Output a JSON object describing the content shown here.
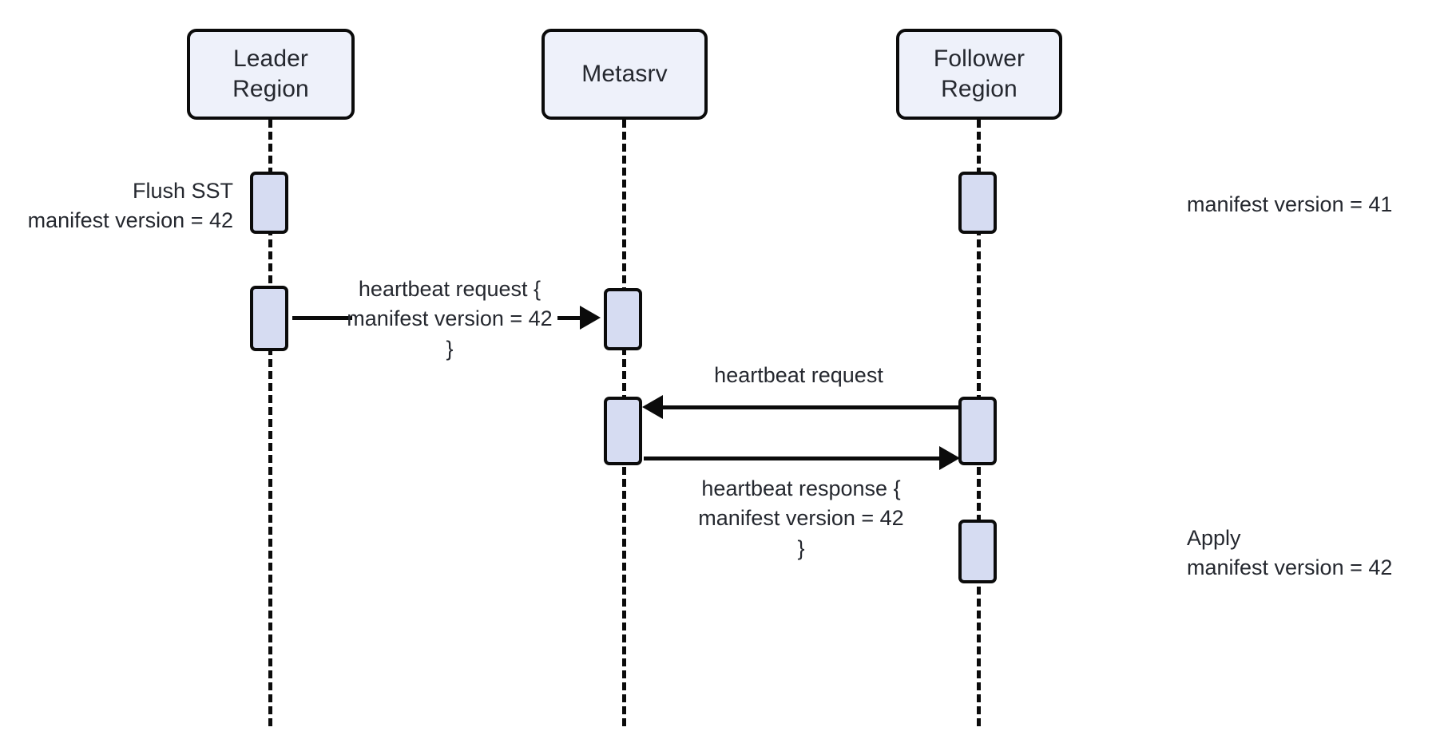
{
  "diagram": {
    "type": "sequence-diagram",
    "title": "Manifest version propagation via heartbeat",
    "colors": {
      "participant_fill": "#eef1fa",
      "activation_fill": "#d6dcf2",
      "stroke": "#0b0b0b",
      "text": "#25282f",
      "background": "#ffffff"
    }
  },
  "participants": [
    {
      "id": "leader",
      "label": "Leader\nRegion"
    },
    {
      "id": "metasrv",
      "label": "Metasrv"
    },
    {
      "id": "follower",
      "label": "Follower\nRegion"
    }
  ],
  "notes": [
    {
      "id": "flush-sst",
      "text": "Flush SST\nmanifest version = 42",
      "target": "leader",
      "side": "left"
    },
    {
      "id": "follower-version",
      "text": "manifest version = 41",
      "target": "follower",
      "side": "right"
    },
    {
      "id": "apply-version",
      "text": "Apply\nmanifest version = 42",
      "target": "follower",
      "side": "right"
    }
  ],
  "messages": [
    {
      "id": "leader-to-metasrv",
      "text": "heartbeat request {\n    manifest version = 42\n}",
      "from": "leader",
      "to": "metasrv",
      "direction": "right"
    },
    {
      "id": "follower-to-metasrv",
      "text": "heartbeat request",
      "from": "follower",
      "to": "metasrv",
      "direction": "left"
    },
    {
      "id": "metasrv-to-follower",
      "text": "heartbeat response {\n    manifest version = 42\n}",
      "from": "metasrv",
      "to": "follower",
      "direction": "right"
    }
  ]
}
